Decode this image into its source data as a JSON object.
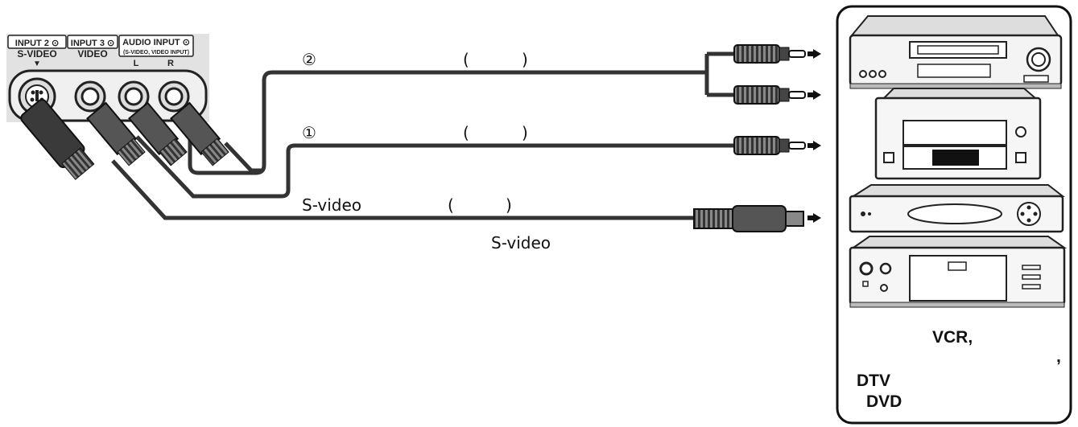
{
  "panel": {
    "input2": "INPUT 2 ⊙",
    "svideo": "S-VIDEO",
    "input3": "INPUT 3 ⊙",
    "video": "VIDEO",
    "audio_input": "AUDIO INPUT ⊙",
    "audio_note": "(S-VIDEO, VIDEO INPUT)",
    "left": "L",
    "right": "R",
    "arrow": "▼"
  },
  "cables": {
    "audio_marker": "②",
    "audio_paren_open": "(",
    "audio_paren_close": ")",
    "video_marker": "①",
    "video_paren_open": "(",
    "video_paren_close": ")",
    "svideo_label": "S-video",
    "svideo_paren_open": "(",
    "svideo_paren_close": ")",
    "svideo_caption": "S-video"
  },
  "devices_box": {
    "line1": "VCR,",
    "comma": ",",
    "line2": "DTV",
    "line3": "DVD"
  }
}
